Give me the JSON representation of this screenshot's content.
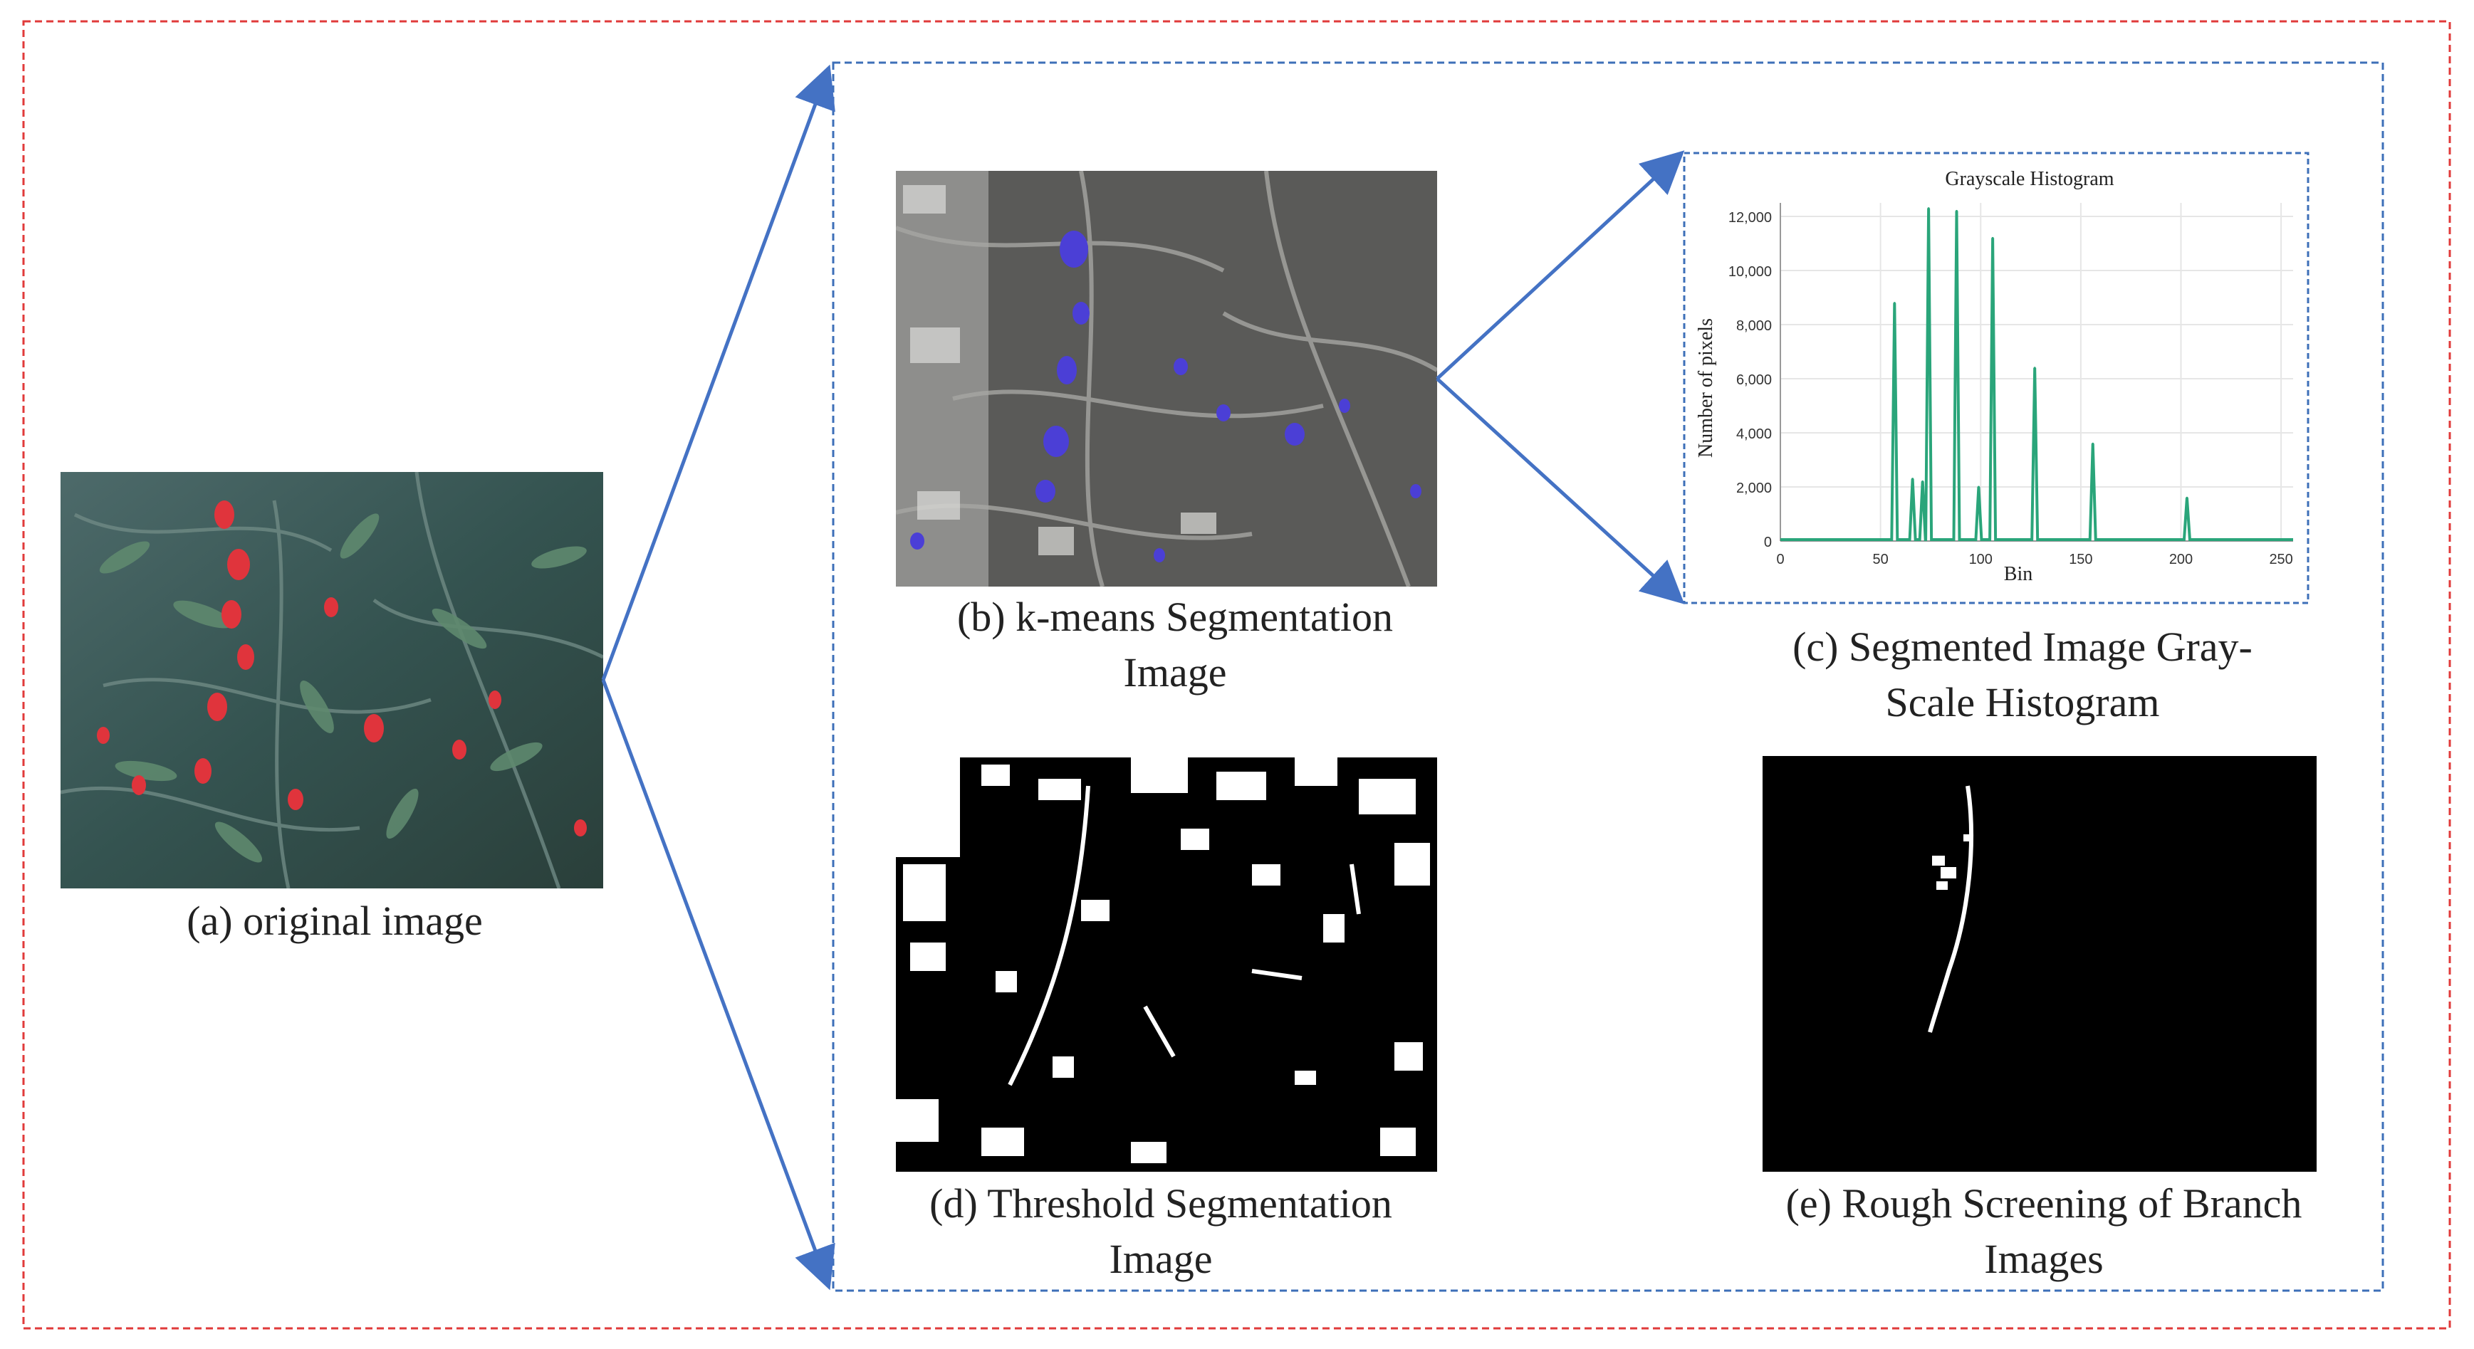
{
  "panels": {
    "a": {
      "caption": "(a) original image"
    },
    "b": {
      "caption_line1": "(b) k-means Segmentation",
      "caption_line2": "Image"
    },
    "c": {
      "caption_line1": "(c) Segmented Image Gray-",
      "caption_line2": "Scale Histogram"
    },
    "d": {
      "caption_line1": "(d) Threshold Segmentation",
      "caption_line2": "Image"
    },
    "e": {
      "caption_line1": "(e) Rough Screening of Branch",
      "caption_line2": "Images"
    }
  },
  "colors": {
    "outer_border": "#e03a3a",
    "inner_border": "#3d6fb8",
    "arrow": "#4472c4",
    "histogram_line": "#2aa57a",
    "cluster_highlight": "#4b3fd6"
  },
  "chart_data": {
    "type": "line",
    "title": "Grayscale Histogram",
    "xlabel": "Bin",
    "ylabel": "Number of pixels",
    "xlim": [
      0,
      256
    ],
    "ylim": [
      0,
      12500
    ],
    "x_ticks": [
      "0",
      "50",
      "100",
      "150",
      "200",
      "250"
    ],
    "y_ticks": [
      "0",
      "2,000",
      "4,000",
      "6,000",
      "8,000",
      "10,000",
      "12,000"
    ],
    "grid": true,
    "series": [
      {
        "points": [
          [
            57,
            8800
          ],
          [
            66,
            2300
          ],
          [
            71,
            2200
          ],
          [
            74,
            12300
          ],
          [
            88,
            12200
          ],
          [
            99,
            2000
          ],
          [
            106,
            11200
          ],
          [
            127,
            6400
          ],
          [
            156,
            3600
          ],
          [
            203,
            1600
          ]
        ]
      }
    ]
  }
}
